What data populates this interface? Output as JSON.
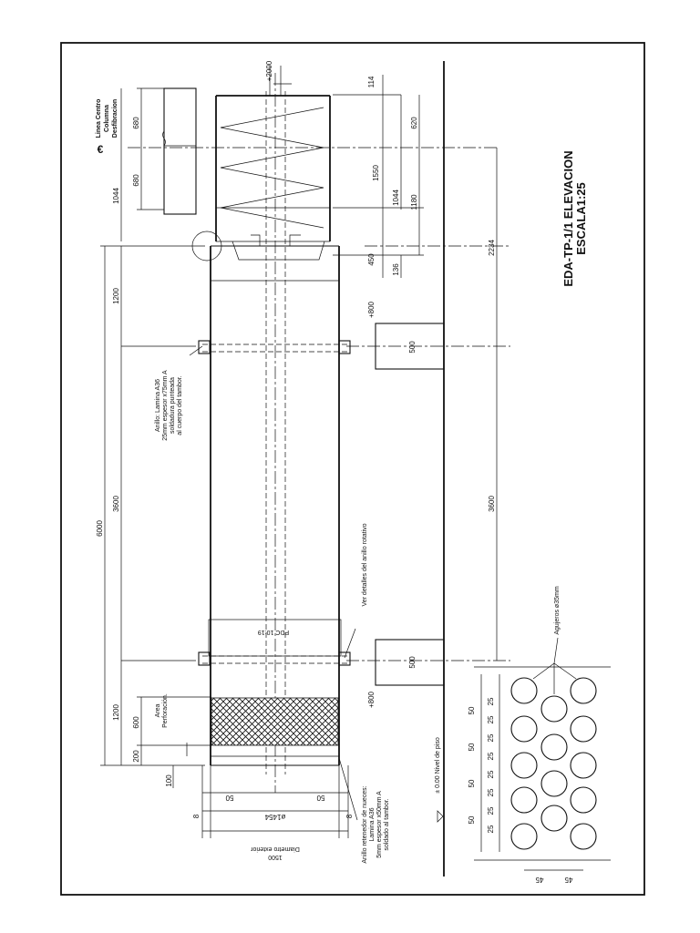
{
  "title": {
    "line1": "EDA-TP-1/1 ELEVACION",
    "line2": "ESCALA1:25"
  },
  "center_line_label": {
    "line1": "Linea Centro",
    "line2": "Columna",
    "line3": "Desfibracion",
    "symbol": "€"
  },
  "notes": {
    "anillo_line1": "Anillo: Lamina A36",
    "anillo_line2": "25mm espesor x75mm A",
    "anillo_line3": "soldadura punteada",
    "anillo_line4": "al cuerpo del tambor.",
    "ver_detalles": "Ver detalles del anillo rotativo",
    "area_line1": "Area",
    "area_line2": "Perforación.",
    "diametro_line1": "Diametro exterior",
    "diametro_line2": "1500",
    "retenedor_line1": "Anillo retenedor de nueces:",
    "retenedor_line2": "Lamina A36",
    "retenedor_line3": "5mm espesor x50mm A",
    "retenedor_line4": "soldado al tambor.",
    "nivel": "± 0.00  Nivel de piso",
    "agujeros": "Agujeros ø35mm",
    "pdc": "PDC 10:19"
  },
  "dims": {
    "d2000": "+2000",
    "d114": "114",
    "d680a": "680",
    "d680b": "680",
    "d620": "620",
    "d1044a": "1044",
    "d1550": "1550",
    "d1044b": "1044",
    "d1180": "1180",
    "d450": "450",
    "d136": "136",
    "d2234": "2234",
    "d1200a": "1200",
    "d800a": "+800",
    "d500a": "500",
    "d6000": "6000",
    "d3600a": "3600",
    "d3600b": "3600",
    "d500b": "500",
    "d800b": "+800",
    "d1200b": "1200",
    "d600": "600",
    "d200": "200",
    "d100": "100",
    "d50a": "50",
    "d50b": "50",
    "d1454": "ø1454",
    "d8a": "8",
    "d8b": "8",
    "h50": "50",
    "h25": "25",
    "h45": "45"
  }
}
